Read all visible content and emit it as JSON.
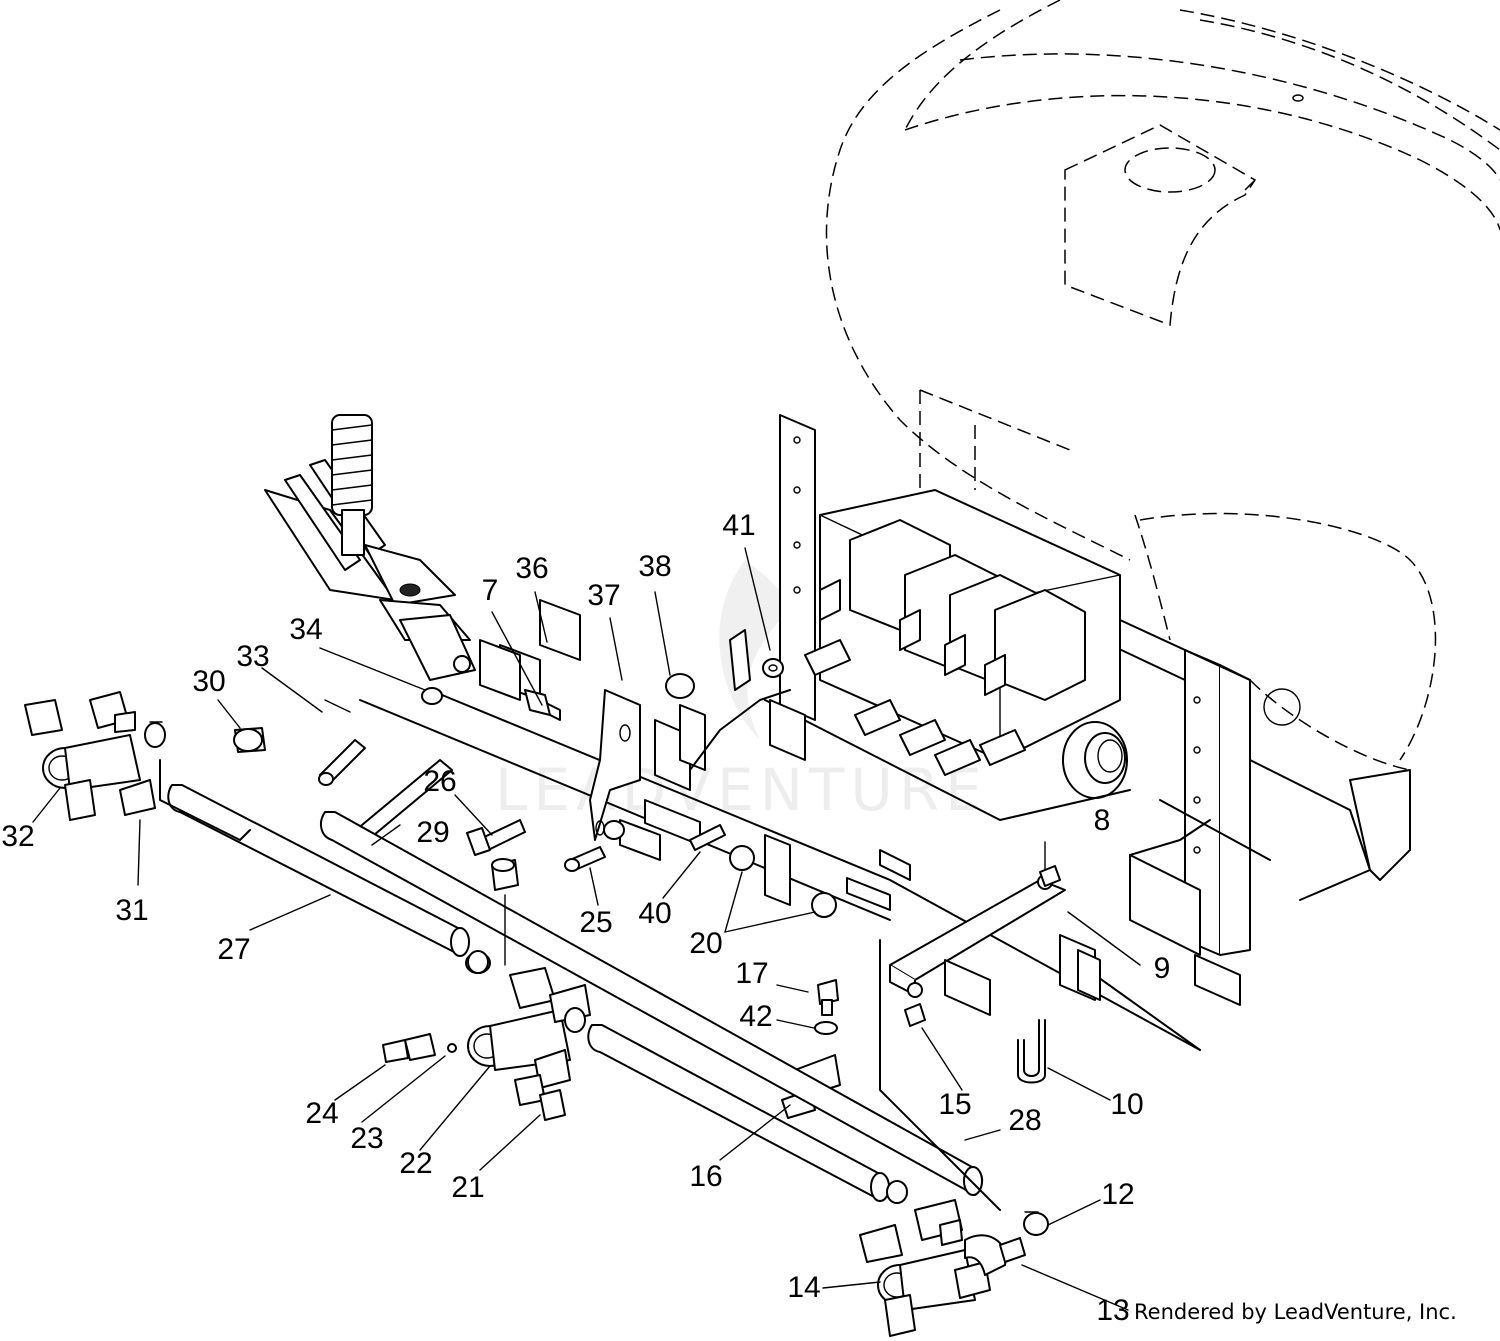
{
  "watermark": "LEADVENTURE",
  "credit": "Rendered by LeadVenture, Inc.",
  "callouts": [
    {
      "id": "7",
      "label": "7"
    },
    {
      "id": "8",
      "label": "8"
    },
    {
      "id": "9",
      "label": "9"
    },
    {
      "id": "10",
      "label": "10"
    },
    {
      "id": "12",
      "label": "12"
    },
    {
      "id": "13",
      "label": "13"
    },
    {
      "id": "14",
      "label": "14"
    },
    {
      "id": "15",
      "label": "15"
    },
    {
      "id": "16",
      "label": "16"
    },
    {
      "id": "17",
      "label": "17"
    },
    {
      "id": "20",
      "label": "20"
    },
    {
      "id": "21",
      "label": "21"
    },
    {
      "id": "22",
      "label": "22"
    },
    {
      "id": "23",
      "label": "23"
    },
    {
      "id": "24",
      "label": "24"
    },
    {
      "id": "25",
      "label": "25"
    },
    {
      "id": "26",
      "label": "26"
    },
    {
      "id": "27",
      "label": "27"
    },
    {
      "id": "28",
      "label": "28"
    },
    {
      "id": "29",
      "label": "29"
    },
    {
      "id": "30",
      "label": "30"
    },
    {
      "id": "31",
      "label": "31"
    },
    {
      "id": "32",
      "label": "32"
    },
    {
      "id": "33",
      "label": "33"
    },
    {
      "id": "34",
      "label": "34"
    },
    {
      "id": "36",
      "label": "36"
    },
    {
      "id": "37",
      "label": "37"
    },
    {
      "id": "38",
      "label": "38"
    },
    {
      "id": "40",
      "label": "40"
    },
    {
      "id": "41",
      "label": "41"
    },
    {
      "id": "42",
      "label": "42"
    }
  ]
}
